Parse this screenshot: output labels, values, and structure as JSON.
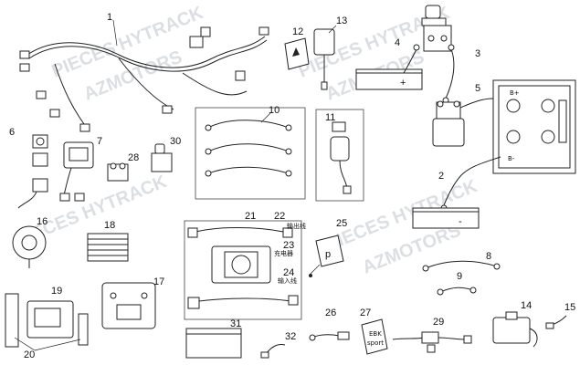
{
  "callouts": {
    "c1": "1",
    "c2": "2",
    "c3": "3",
    "c4": "4",
    "c5": "5",
    "c6": "6",
    "c7": "7",
    "c8": "8",
    "c9": "9",
    "c10": "10",
    "c11": "11",
    "c12": "12",
    "c13": "13",
    "c14": "14",
    "c15": "15",
    "c16": "16",
    "c17": "17",
    "c18": "18",
    "c19": "19",
    "c20a": "20",
    "c20b": "20",
    "c21": "21",
    "c22": "22",
    "c23": "23",
    "c24": "24",
    "c25": "25",
    "c26": "26",
    "c27": "27",
    "c28": "28",
    "c29": "29",
    "c30": "30",
    "c31": "31",
    "c32": "32"
  },
  "labels": {
    "plus": "+",
    "minus": "-",
    "b_plus": "B+",
    "b_minus": "B-",
    "p_card": "p",
    "card27": "EBK",
    "card27b": "sport",
    "tag22": "输出线",
    "tag23": "充电器",
    "tag24": "输入线"
  },
  "watermarks": {
    "w1": "PIECES HYTRACK",
    "w2": "AZMOTORS",
    "w3": "PIECES HYTRACK",
    "w4": "AZMOTORS"
  }
}
